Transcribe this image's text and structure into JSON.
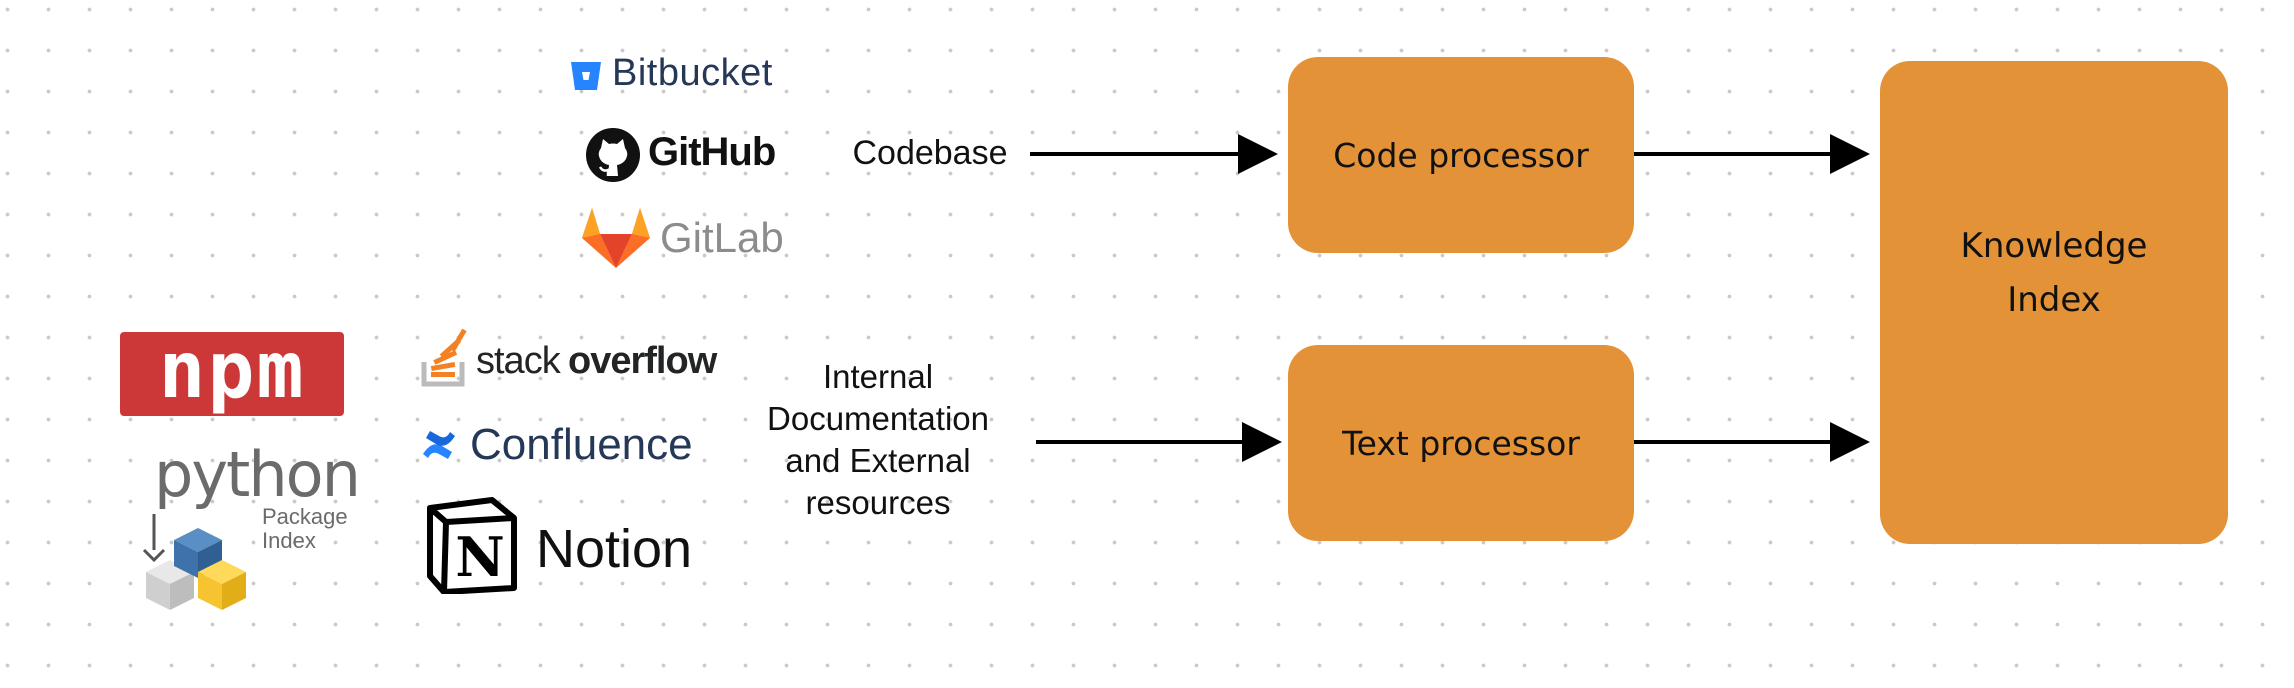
{
  "logos": {
    "bitbucket": "Bitbucket",
    "github": "GitHub",
    "gitlab": "GitLab",
    "npm": "npm",
    "python": "python",
    "pypi_package": "Package",
    "pypi_index": "Index",
    "stackoverflow_stack": "stack",
    "stackoverflow_overflow": "overflow",
    "confluence": "Confluence",
    "notion": "Notion"
  },
  "labels": {
    "codebase": "Codebase",
    "docs": [
      "Internal",
      "Documentation",
      "and External",
      "resources"
    ]
  },
  "boxes": {
    "code_processor": "Code processor",
    "text_processor": "Text processor",
    "knowledge_index": [
      "Knowledge",
      "Index"
    ]
  },
  "colors": {
    "box_fill": "#e49237",
    "npm_red": "#cb3837",
    "bitbucket_blue": "#2684ff",
    "gitlab_orange": "#e24329",
    "confluence_blue": "#2684ff",
    "stackoverflow_orange": "#f48024"
  }
}
